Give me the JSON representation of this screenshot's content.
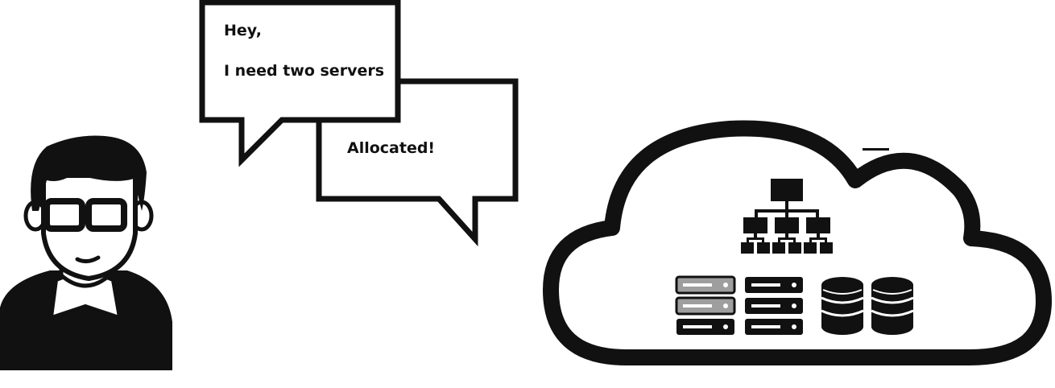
{
  "bubble_request": {
    "line1": "Hey,",
    "line2": "I need two servers"
  },
  "bubble_response": {
    "text": "Allocated!"
  },
  "icons": {
    "user": "person-with-glasses-icon",
    "cloud": "cloud-icon",
    "network": "network-hierarchy-icon",
    "server_rack_allocated": "server-rack-icon",
    "server_rack": "server-rack-icon",
    "database": "database-icon"
  },
  "colors": {
    "ink": "#111111",
    "background": "#ffffff",
    "allocated_server": "#9e9e9e"
  }
}
